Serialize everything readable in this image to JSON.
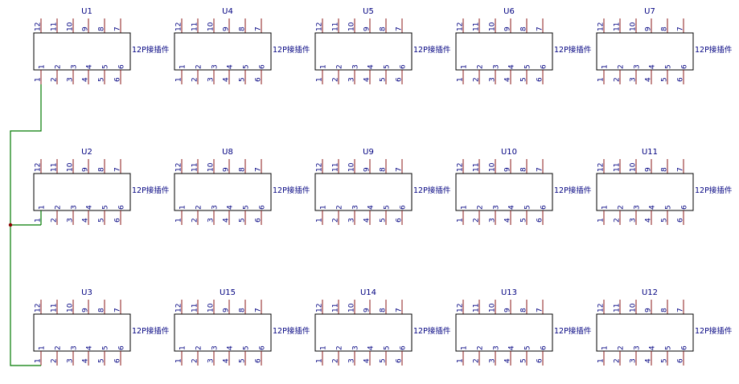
{
  "colors": {
    "label": "#000080",
    "pin": "#8b1a1a",
    "wire": "#007a00",
    "junction": "#8b0000",
    "body_stroke": "#000000"
  },
  "component_value": "12P接插件",
  "pins_top": [
    "12",
    "11",
    "10",
    "9",
    "8",
    "7"
  ],
  "pins_bottom": [
    "1",
    "2",
    "3",
    "4",
    "5",
    "6"
  ],
  "rows": [
    {
      "refs": [
        "U1",
        "U4",
        "U5",
        "U6",
        "U7"
      ]
    },
    {
      "refs": [
        "U2",
        "U8",
        "U9",
        "U10",
        "U11"
      ]
    },
    {
      "refs": [
        "U3",
        "U15",
        "U14",
        "U13",
        "U12"
      ]
    }
  ],
  "net": {
    "description_visible": false,
    "connected_pins": [
      "U1.1",
      "U2.1",
      "U3.1"
    ]
  }
}
